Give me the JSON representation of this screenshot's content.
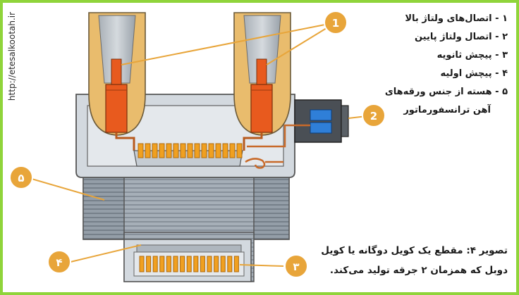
{
  "watermark": "http://etesalkootah.ir",
  "legend": {
    "items": [
      "۱ - اتصال‌های ولتاژ بالا",
      "۲ - اتصال ولتاژ پایین",
      "۳ - پیچش ثانویه",
      "۴ - پیچش اولیه",
      "۵ - هسته از جنس ورقه‌های",
      "آهن ترانسفورماتور"
    ]
  },
  "callouts": {
    "c1": "1",
    "c2": "2",
    "c3": "۳",
    "c4": "۴",
    "c5": "۵"
  },
  "caption": {
    "line1": "تصویر ۴: مقطع یک کویل دوگانه یا کویل",
    "line2": "دوبل که همزمان ۲ جرقه تولید می‌کند."
  },
  "colors": {
    "frame": "#8fd43a",
    "callout": "#e8a53a",
    "tower": "#e8b86a",
    "terminal": "#e85a1e",
    "winding": "#f0a020",
    "housing": "#cfd5dc",
    "core": "#9aa3ac",
    "connector": "#2f7fd8",
    "lead": "#c86a2a"
  }
}
